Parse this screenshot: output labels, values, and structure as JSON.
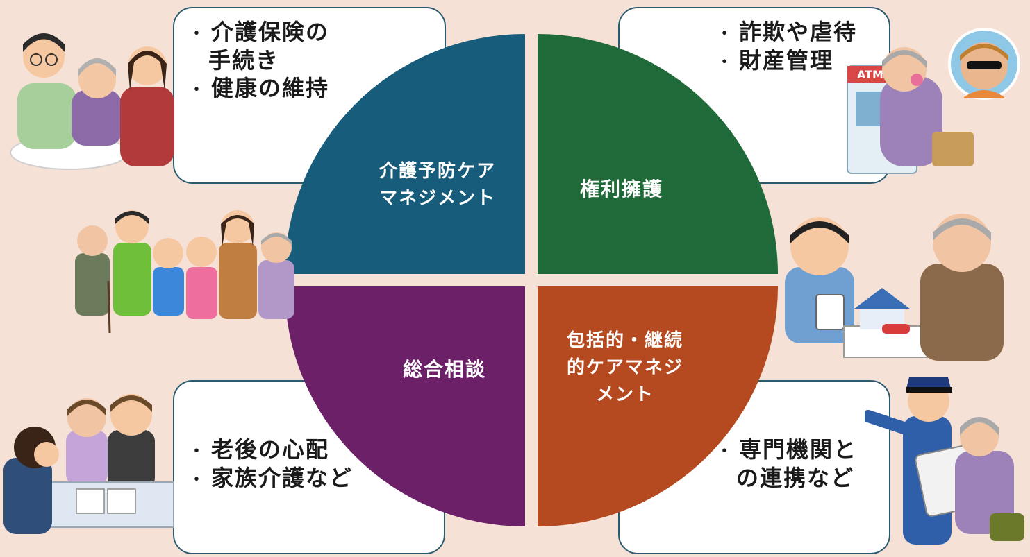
{
  "colors": {
    "background": "#f6e1d7",
    "care_prevention": "#175c7a",
    "rights_advocacy": "#1f6a38",
    "general_consultation": "#6b2068",
    "continuous_care": "#b5491f",
    "card_border": "#2b5b6e"
  },
  "quadrants": {
    "top_left": {
      "label_line1": "介護予防ケア",
      "label_line2": "マネジメント"
    },
    "top_right": {
      "label": "権利擁護"
    },
    "bottom_left": {
      "label": "総合相談"
    },
    "bottom_right": {
      "label_line1": "包括的・継続",
      "label_line2": "的ケアマネジ",
      "label_line3": "メント"
    }
  },
  "cards": {
    "top_left": {
      "bullet": "・",
      "item1_line1": "介護保険の",
      "item1_line2": "手続き",
      "item2": "健康の維持"
    },
    "top_right": {
      "bullet": "・",
      "item1": "詐欺や虐待",
      "item2": "財産管理"
    },
    "bottom_left": {
      "bullet": "・",
      "item1": "老後の心配",
      "item2": "家族介護など"
    },
    "bottom_right": {
      "bullet": "・",
      "item1_line1": "専門機関と",
      "item1_line2": "の連携など"
    }
  },
  "illustrations": {
    "top_left": {
      "icon": "caregivers-with-elderly-icon"
    },
    "top_right": {
      "icon": "atm-phone-scam-icon",
      "atm_label": "ATM"
    },
    "middle_left": {
      "icon": "multigenerational-family-icon"
    },
    "middle_right": {
      "icon": "property-consultation-icon"
    },
    "bottom_left": {
      "icon": "counseling-desk-icon"
    },
    "bottom_right": {
      "icon": "police-officer-guiding-elderly-icon"
    }
  }
}
